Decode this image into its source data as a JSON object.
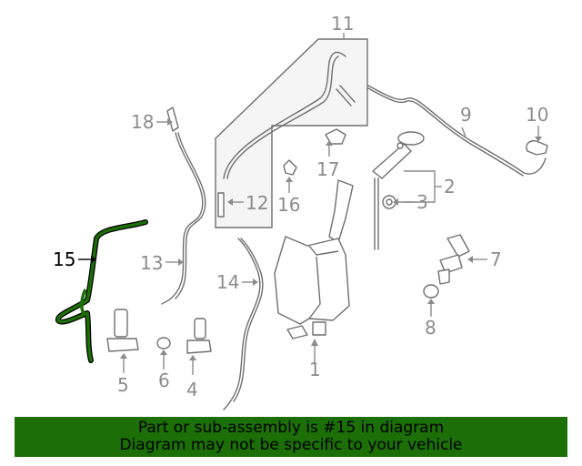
{
  "callouts": {
    "c1": "1",
    "c2": "2",
    "c3": "3",
    "c4": "4",
    "c5": "5",
    "c6": "6",
    "c7": "7",
    "c8": "8",
    "c9": "9",
    "c10": "10",
    "c11": "11",
    "c12": "12",
    "c13": "13",
    "c14": "14",
    "c15": "15",
    "c16": "16",
    "c17": "17",
    "c18": "18"
  },
  "highlight": {
    "part": "15",
    "color": "#1b6f06"
  },
  "banner": {
    "line1": "Part or sub-assembly is #15 in diagram",
    "line2": "Diagram may not be specific to your vehicle",
    "bg_color": "#1b6f06"
  }
}
